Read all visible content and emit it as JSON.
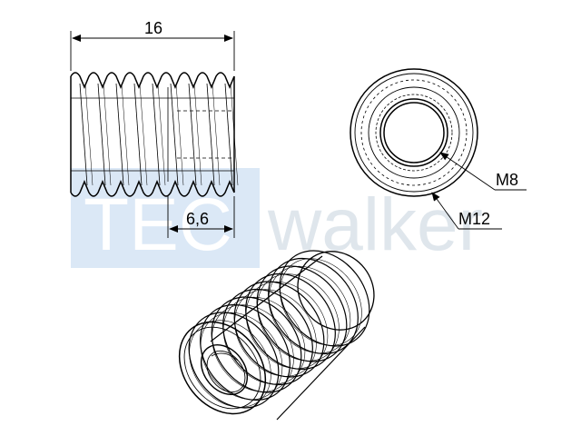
{
  "dimensions": {
    "length": "16",
    "thread_depth": "6,6",
    "inner_thread": "M8",
    "outer_thread": "M12"
  },
  "watermark": {
    "logo_letters": "TEC",
    "text": "walker",
    "logo_color": "#dbe8f6",
    "text_color": "#dfe6ec"
  },
  "colors": {
    "line": "#000000",
    "background": "#ffffff"
  }
}
